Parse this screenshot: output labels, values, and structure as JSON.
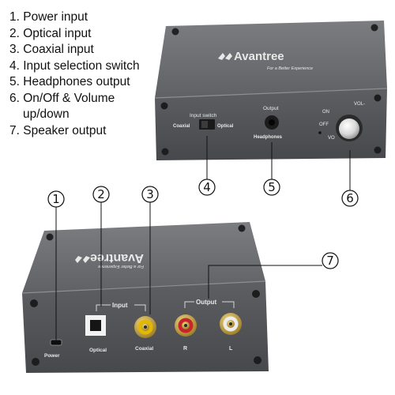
{
  "legend": {
    "items": [
      {
        "num": "1.",
        "text": "Power input"
      },
      {
        "num": "2.",
        "text": "Optical input"
      },
      {
        "num": "3.",
        "text": "Coaxial input"
      },
      {
        "num": "4.",
        "text": "Input selection switch"
      },
      {
        "num": "5.",
        "text": "Headphones output"
      },
      {
        "num": "6.",
        "text": "On/Off  & Volume"
      },
      {
        "num": "7.",
        "text": "Speaker output"
      }
    ],
    "item6_continuation": "up/down"
  },
  "callouts": [
    "1",
    "2",
    "3",
    "4",
    "5",
    "6",
    "7"
  ],
  "front_device": {
    "brand": "Avantree",
    "tagline": "For a Better Experience",
    "input_switch_label": "Input switch",
    "coaxial_label": "Coaxial",
    "optical_label": "Optical",
    "output_label": "Output",
    "headphones_label": "Headphones",
    "vol_plus_label": "VOL-",
    "on_label": "ON",
    "off_label": "OFF",
    "vol_minus_label": "VO"
  },
  "back_device": {
    "brand": "Avantree",
    "tagline": "For a Better Experience",
    "input_group_label": "Input",
    "output_group_label": "Output",
    "power_label": "Power",
    "optical_label": "Optical",
    "coaxial_label": "Coaxial",
    "r_label": "R",
    "l_label": "L"
  },
  "colors": {
    "body_metal": "#6d6f72",
    "face_metal": "#5a5c60",
    "coaxial_ring": "#e2b800",
    "right_ring": "#c8252b",
    "left_ring": "#e8e8e8",
    "gold": "#c9a13a"
  }
}
